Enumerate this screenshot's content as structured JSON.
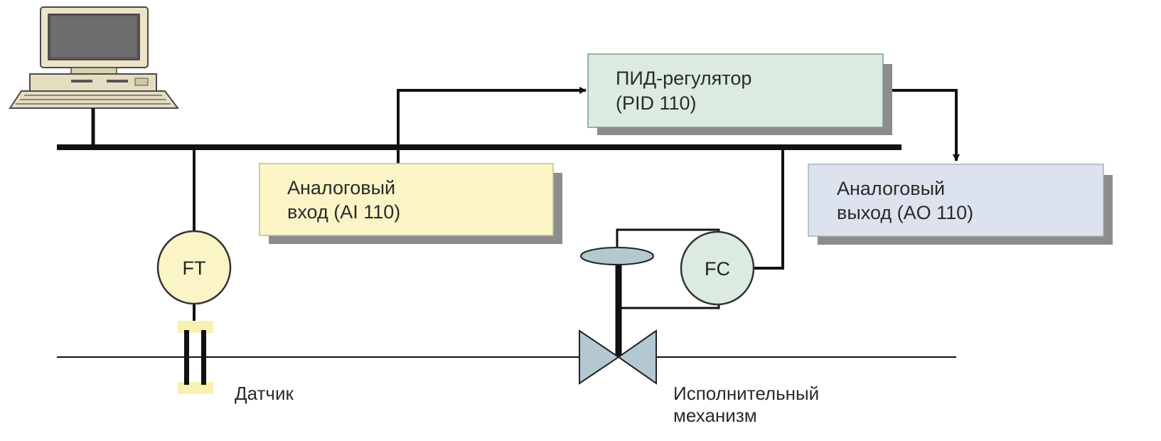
{
  "blocks": {
    "pid": {
      "line1": "ПИД-регулятор",
      "line2": "(PID 110)",
      "color": "#dcebdf"
    },
    "ai": {
      "line1": "Аналоговый",
      "line2": "вход (AI 110)",
      "color": "#fbf4c6"
    },
    "ao": {
      "line1": "Аналоговый",
      "line2": "выход (AO 110)",
      "color": "#dde3ee"
    }
  },
  "instruments": {
    "ft": {
      "label": "FT",
      "color": "#fbf4c6"
    },
    "fc": {
      "label": "FC",
      "color": "#dcebdf"
    }
  },
  "captions": {
    "sensor": "Датчик",
    "actuator_line1": "Исполнительный",
    "actuator_line2": "механизм"
  },
  "colors": {
    "line": "#111111",
    "shadow": "#8c8c8c",
    "valve": "#b4c8d2"
  },
  "icons": {
    "computer": "desktop-computer-icon"
  }
}
